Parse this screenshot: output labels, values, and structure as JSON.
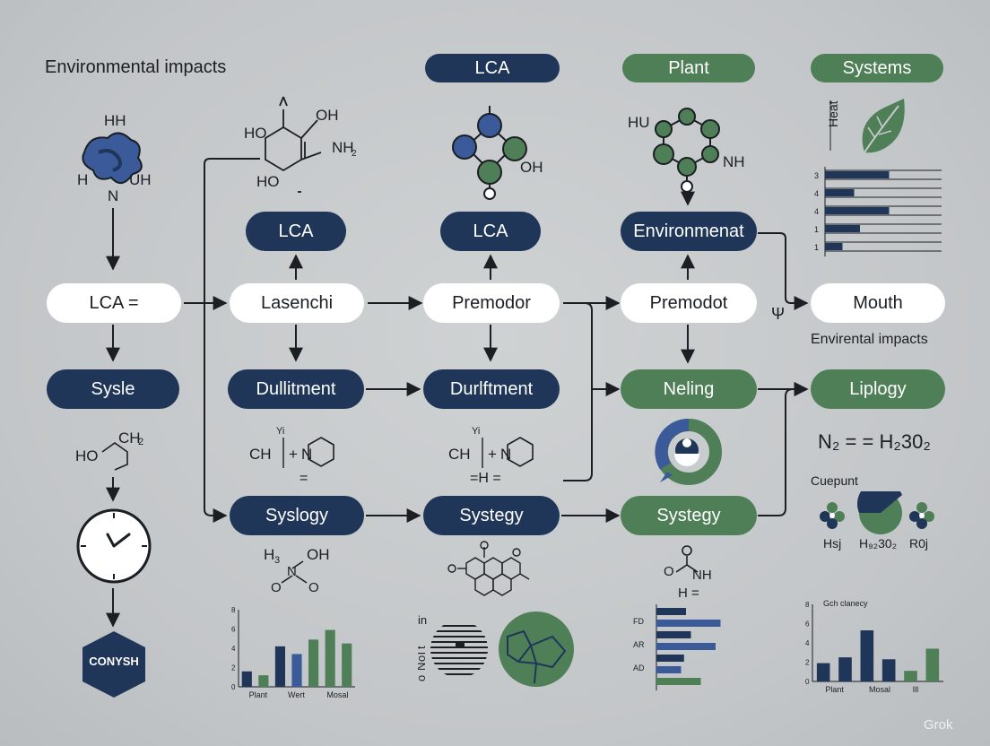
{
  "title": "Environmental impacts",
  "tags": {
    "lca": "LCA",
    "plant": "Plant",
    "systems": "Systems"
  },
  "col1": {
    "main": "LCA =",
    "below": "Sysle",
    "badge": "CONYSH",
    "mol_top": [
      "HH",
      "H",
      "UH",
      "N"
    ],
    "mol_side": [
      "HO",
      "CH",
      "2"
    ]
  },
  "col2": {
    "top": "LCA",
    "main": "Lasenchi",
    "mid": "Dullitment",
    "bottom": "Syslogy",
    "mol_top": [
      "OH",
      "HO",
      "NH",
      "2",
      "HO"
    ],
    "eq": [
      "CH",
      "+",
      "N",
      "Yi",
      "="
    ],
    "mol_low": [
      "H",
      "3",
      "OH",
      "N",
      "O",
      "O"
    ]
  },
  "col3": {
    "top": "LCA",
    "main": "Premodor",
    "mid": "Durlftment",
    "bottom": "Systegy",
    "mol_top": [
      "OH"
    ],
    "eq": [
      "CH",
      "+",
      "N",
      "Yi",
      "=H ="
    ],
    "map_labels": [
      "in",
      "o",
      "N",
      "o",
      "l",
      "t"
    ]
  },
  "col4": {
    "top": "Environmenat",
    "main": "Premodot",
    "mid": "Neling",
    "bottom": "Systegy",
    "mol_top": [
      "HU",
      "NH"
    ],
    "mol_low": [
      "O",
      "NH",
      "H ="
    ],
    "hbar_labels": [
      "FD",
      "AR",
      "AD"
    ]
  },
  "col5": {
    "main": "Mouth",
    "caption": "Envirental impacts",
    "mid": "Liplogy",
    "formula": "N₂ = = H₂30₂",
    "cuepunt": "Cuepunt",
    "leaf_label": "Heat",
    "bottom_labels": [
      "Hsj",
      "H₉₂30₂",
      "R0j"
    ],
    "psi": "Ψ"
  },
  "chart_top_right": {
    "type": "bar",
    "categories": [
      "3",
      "4",
      "4",
      "1",
      "1"
    ],
    "series": [
      {
        "values": [
          0.55,
          0.25,
          0.55,
          0.3,
          0.15
        ]
      }
    ]
  },
  "chart_bottom_left": {
    "type": "bar",
    "ylim": [
      0,
      8
    ],
    "yticks": [
      "0",
      "2",
      "4",
      "6",
      "8"
    ],
    "xlabels": [
      "Plant",
      "Wert",
      "Mosal"
    ],
    "values": [
      1.6,
      1.2,
      4.2,
      3.4,
      4.9,
      5.9,
      4.5
    ],
    "colors": [
      "#1f3658",
      "#4f7f57",
      "#1f3658",
      "#3a5a9a",
      "#4f7f57",
      "#4f7f57",
      "#4f7f57"
    ]
  },
  "chart_bottom_right": {
    "type": "bar",
    "title": "Gch clanecy",
    "ylim": [
      0,
      8
    ],
    "yticks": [
      "0",
      "2",
      "4",
      "6",
      "8"
    ],
    "xlabels": [
      "Plant",
      "Mosal",
      "Ill"
    ],
    "values": [
      1.9,
      2.5,
      5.3,
      2.3,
      1.1,
      3.4
    ],
    "colors": [
      "#1f3658",
      "#1f3658",
      "#1f3658",
      "#1f3658",
      "#4f7f57",
      "#4f7f57"
    ]
  },
  "chart_hbar": {
    "type": "bar",
    "values": [
      0.3,
      0.65,
      0.35,
      0.6,
      0.28,
      0.25,
      0.45
    ],
    "colors": [
      "#1f3658",
      "#3a5a9a",
      "#1f3658",
      "#3a5a9a",
      "#1f3658",
      "#3a5a9a",
      "#4f7f57"
    ]
  },
  "watermark": "Grok",
  "colors": {
    "navy": "#1f3658",
    "green": "#4f7f57",
    "blue": "#3a5a9a",
    "bg": "#c6c9cb"
  }
}
